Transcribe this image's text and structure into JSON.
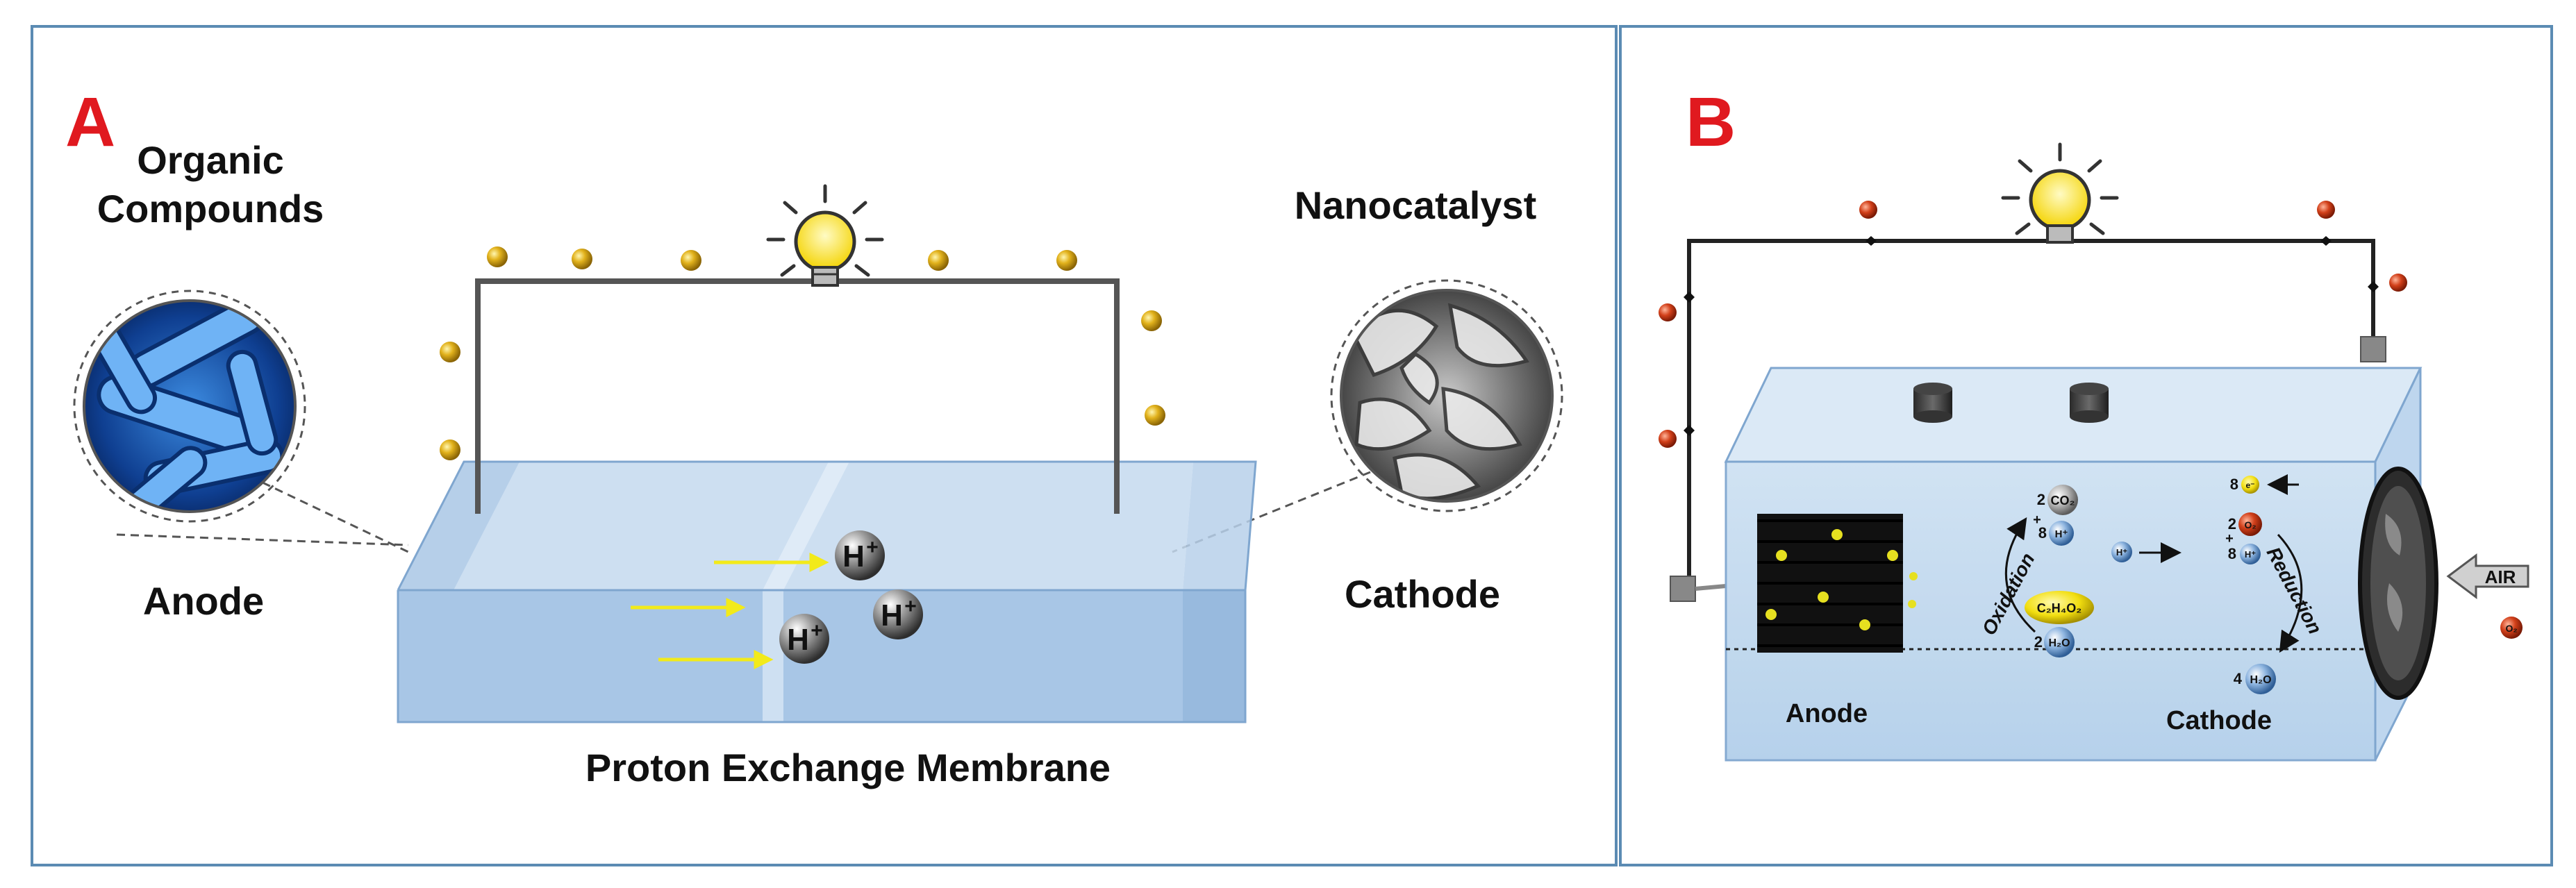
{
  "panel_a": {
    "letter": "A",
    "organic_compounds_line1": "Organic",
    "organic_compounds_line2": "Compounds",
    "nanocatalyst": "Nanocatalyst",
    "anode": "Anode",
    "cathode": "Cathode",
    "membrane": "Proton Exchange Membrane",
    "proton_h": "H",
    "proton_charge": "+"
  },
  "panel_b": {
    "letter": "B",
    "anode": "Anode",
    "cathode": "Cathode",
    "oxidation": "Oxidation",
    "reduction": "Reduction",
    "air": "AIR",
    "co2_coef": "2",
    "co2": "CO₂",
    "h_coef": "8",
    "h_plus": "H⁺",
    "glucose": "C₂H₄O₂",
    "h2o_coef": "2",
    "h2o": "H₂O",
    "e_coef": "8",
    "e": "e⁻",
    "o2_coef": "2",
    "o2": "O₂",
    "cathode_h_coef": "8",
    "cathode_h2o_coef": "4",
    "o2_side": "O₂",
    "plus": "+"
  },
  "colors": {
    "panel_border": "#5b8bb3",
    "letter_red": "#e0191f",
    "electron_gold": "#d4a017",
    "electron_red": "#c62e10",
    "arrow_yellow": "#f2ea1a",
    "tank_blue": "#a9c8e8"
  }
}
